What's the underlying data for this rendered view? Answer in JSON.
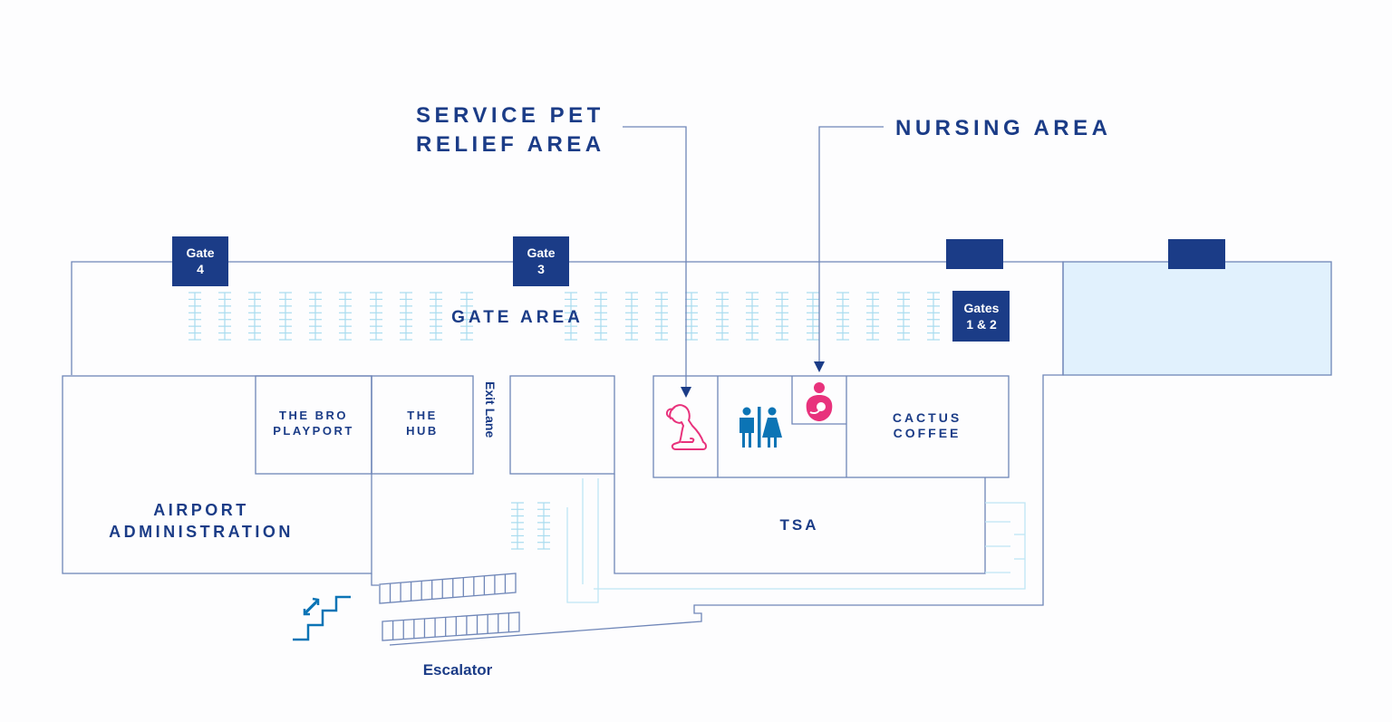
{
  "title": "Airport Terminal Map",
  "callouts": {
    "service_pet": [
      "SERVICE PET",
      "RELIEF AREA"
    ],
    "nursing": "NURSING AREA"
  },
  "gates": {
    "gate4": [
      "Gate",
      "4"
    ],
    "gate3": [
      "Gate",
      "3"
    ],
    "gates12": [
      "Gates",
      "1 & 2"
    ]
  },
  "areas": {
    "gate_area": "GATE AREA",
    "bro_playport": [
      "THE BRO",
      "PLAYPORT"
    ],
    "hub": [
      "THE",
      "HUB"
    ],
    "exit_lane": "Exit Lane",
    "cactus_coffee": [
      "CACTUS",
      "COFFEE"
    ],
    "tsa": "TSA",
    "admin": [
      "AIRPORT",
      "ADMINISTRATION"
    ],
    "escalator": "Escalator"
  },
  "icons": {
    "pet": "dog-icon",
    "restroom": "restroom-icon",
    "nursing": "nursing-mother-icon",
    "stairs": "stairs-icon"
  },
  "colors": {
    "navy": "#1b3c87",
    "wall": "#6f86b8",
    "pink": "#e8327c",
    "restroom_blue": "#0b74b5",
    "seat": "#a9dcef",
    "highlight_fill": "#e1f1fd"
  }
}
